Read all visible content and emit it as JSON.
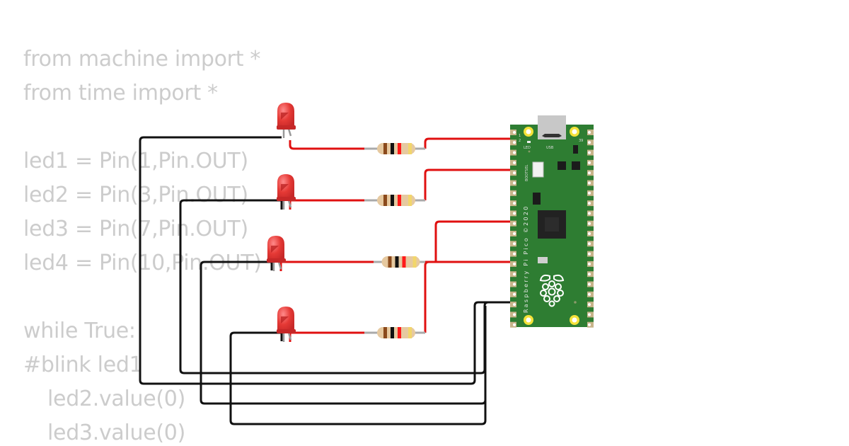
{
  "code": {
    "lines": [
      {
        "text": "from machine import *",
        "indent": 0
      },
      {
        "text": "from time import *",
        "indent": 0
      },
      {
        "text": "",
        "indent": 0
      },
      {
        "text": "led1 = Pin(1,Pin.OUT)",
        "indent": 0
      },
      {
        "text": "led2 = Pin(3,Pin.OUT)",
        "indent": 0
      },
      {
        "text": "led3 = Pin(7,Pin.OUT)",
        "indent": 0
      },
      {
        "text": "led4 = Pin(10,Pin.OUT)",
        "indent": 0
      },
      {
        "text": "",
        "indent": 0
      },
      {
        "text": "while True:",
        "indent": 0
      },
      {
        "text": "#blink led1",
        "indent": 0
      },
      {
        "text": "led2.value(0)",
        "indent": 1
      },
      {
        "text": "led3.value(0)",
        "indent": 1
      }
    ]
  },
  "board": {
    "name": "Raspberry Pi Pico",
    "silkscreen": "Raspberry Pi Pico ©2020",
    "labels": {
      "led": "LED",
      "usb": "USB",
      "bootsel": "BOOTSEL",
      "pin1": "1",
      "pin2": "2",
      "pin39": "39"
    },
    "colors": {
      "pcb": "#2e7d32",
      "pad": "#c8b48a",
      "mount_hole": "#f4e23a"
    }
  },
  "components": {
    "leds": [
      {
        "id": "led1",
        "color": "red"
      },
      {
        "id": "led2",
        "color": "red"
      },
      {
        "id": "led3",
        "color": "red"
      },
      {
        "id": "led4",
        "color": "red"
      }
    ],
    "resistors": [
      {
        "id": "r1",
        "bands": [
          "brown",
          "black",
          "red",
          "gold"
        ]
      },
      {
        "id": "r2",
        "bands": [
          "brown",
          "black",
          "red",
          "gold"
        ]
      },
      {
        "id": "r3",
        "bands": [
          "brown",
          "black",
          "red",
          "gold"
        ]
      },
      {
        "id": "r4",
        "bands": [
          "brown",
          "black",
          "red",
          "gold"
        ]
      }
    ]
  },
  "wires": {
    "signal_color": "#e01010",
    "ground_color": "#111111"
  }
}
